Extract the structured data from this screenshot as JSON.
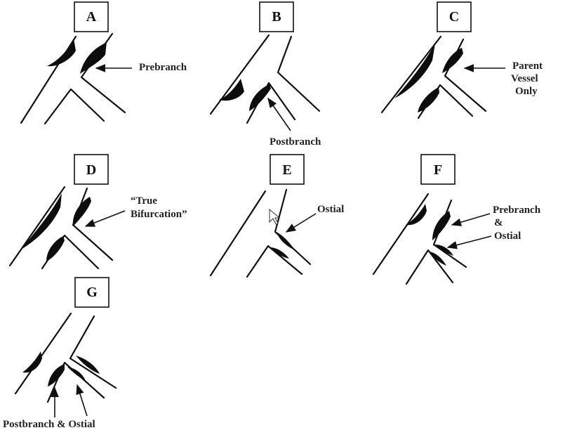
{
  "panels": [
    {
      "letter": "A",
      "annotation_lines": [
        "Prebranch"
      ]
    },
    {
      "letter": "B",
      "annotation_lines": [
        "Postbranch"
      ]
    },
    {
      "letter": "C",
      "annotation_lines": [
        "Parent",
        "Vessel",
        "Only"
      ]
    },
    {
      "letter": "D",
      "annotation_lines": [
        "“True",
        "Bifurcation”"
      ]
    },
    {
      "letter": "E",
      "annotation_lines": [
        "Ostial"
      ]
    },
    {
      "letter": "F",
      "annotation_lines": [
        "Prebranch",
        "&",
        "Ostial"
      ]
    },
    {
      "letter": "G",
      "annotation_lines": [
        "Postbranch & Ostial"
      ]
    }
  ],
  "colors": {
    "line": "#111111",
    "plaque": "#0d0d0d",
    "background": "#ffffff"
  }
}
